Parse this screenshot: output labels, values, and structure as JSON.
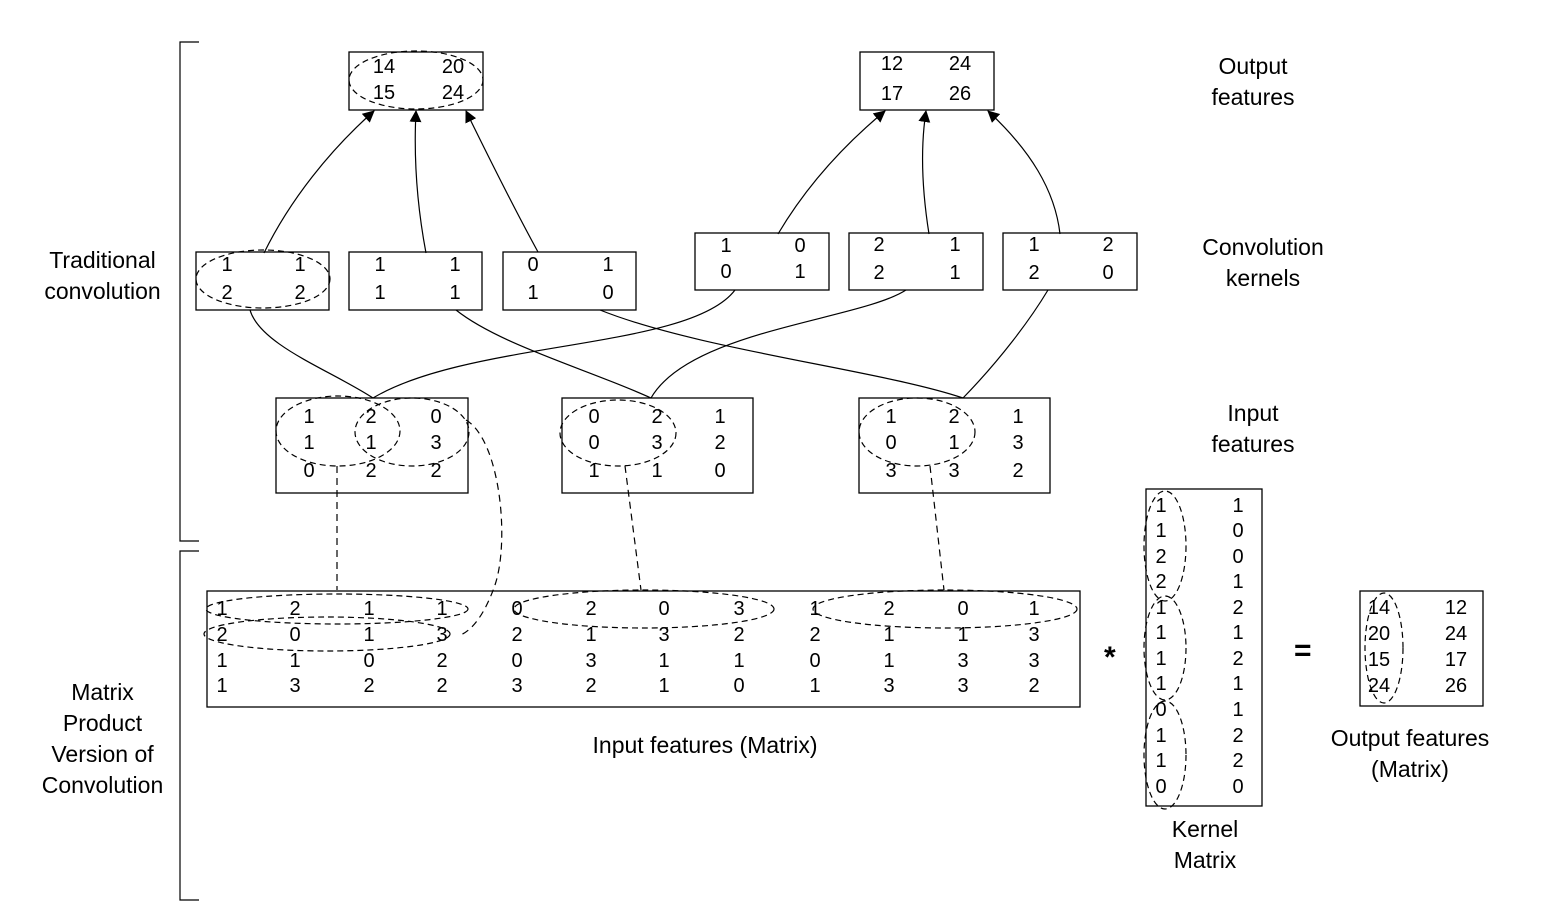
{
  "section_labels": {
    "traditional": [
      "Traditional",
      "convolution"
    ],
    "matrix_product": [
      "Matrix",
      "Product",
      "Version of",
      "Convolution"
    ]
  },
  "row_labels": {
    "output_features": [
      "Output",
      "features"
    ],
    "convolution_kernels": [
      "Convolution",
      "kernels"
    ],
    "input_features": [
      "Input",
      "features"
    ]
  },
  "bottom_labels": {
    "input_matrix": "Input features (Matrix)",
    "kernel_matrix": [
      "Kernel",
      "Matrix"
    ],
    "output_matrix": [
      "Output features",
      "(Matrix)"
    ]
  },
  "operators": {
    "multiply": "*",
    "equals": "="
  },
  "output_features": [
    [
      [
        "14",
        "20"
      ],
      [
        "15",
        "24"
      ]
    ],
    [
      [
        "12",
        "24"
      ],
      [
        "17",
        "26"
      ]
    ]
  ],
  "kernels": [
    [
      [
        "1",
        "1"
      ],
      [
        "2",
        "2"
      ]
    ],
    [
      [
        "1",
        "1"
      ],
      [
        "1",
        "1"
      ]
    ],
    [
      [
        "0",
        "1"
      ],
      [
        "1",
        "0"
      ]
    ],
    [
      [
        "1",
        "0"
      ],
      [
        "0",
        "1"
      ]
    ],
    [
      [
        "2",
        "1"
      ],
      [
        "2",
        "1"
      ]
    ],
    [
      [
        "1",
        "2"
      ],
      [
        "2",
        "0"
      ]
    ]
  ],
  "input_features": [
    [
      [
        "1",
        "2",
        "0"
      ],
      [
        "1",
        "1",
        "3"
      ],
      [
        "0",
        "2",
        "2"
      ]
    ],
    [
      [
        "0",
        "2",
        "1"
      ],
      [
        "0",
        "3",
        "2"
      ],
      [
        "1",
        "1",
        "0"
      ]
    ],
    [
      [
        "1",
        "2",
        "1"
      ],
      [
        "0",
        "1",
        "3"
      ],
      [
        "3",
        "3",
        "2"
      ]
    ]
  ],
  "input_matrix": [
    [
      "1",
      "2",
      "1",
      "1",
      "0",
      "2",
      "0",
      "3",
      "1",
      "2",
      "0",
      "1"
    ],
    [
      "2",
      "0",
      "1",
      "3",
      "2",
      "1",
      "3",
      "2",
      "2",
      "1",
      "1",
      "3"
    ],
    [
      "1",
      "1",
      "0",
      "2",
      "0",
      "3",
      "1",
      "1",
      "0",
      "1",
      "3",
      "3"
    ],
    [
      "1",
      "3",
      "2",
      "2",
      "3",
      "2",
      "1",
      "0",
      "1",
      "3",
      "3",
      "2"
    ]
  ],
  "kernel_matrix": [
    [
      "1",
      "1"
    ],
    [
      "1",
      "0"
    ],
    [
      "2",
      "0"
    ],
    [
      "2",
      "1"
    ],
    [
      "1",
      "2"
    ],
    [
      "1",
      "1"
    ],
    [
      "1",
      "2"
    ],
    [
      "1",
      "1"
    ],
    [
      "0",
      "1"
    ],
    [
      "1",
      "2"
    ],
    [
      "1",
      "2"
    ],
    [
      "0",
      "0"
    ]
  ],
  "output_matrix": [
    [
      "14",
      "12"
    ],
    [
      "20",
      "24"
    ],
    [
      "15",
      "17"
    ],
    [
      "24",
      "26"
    ]
  ]
}
